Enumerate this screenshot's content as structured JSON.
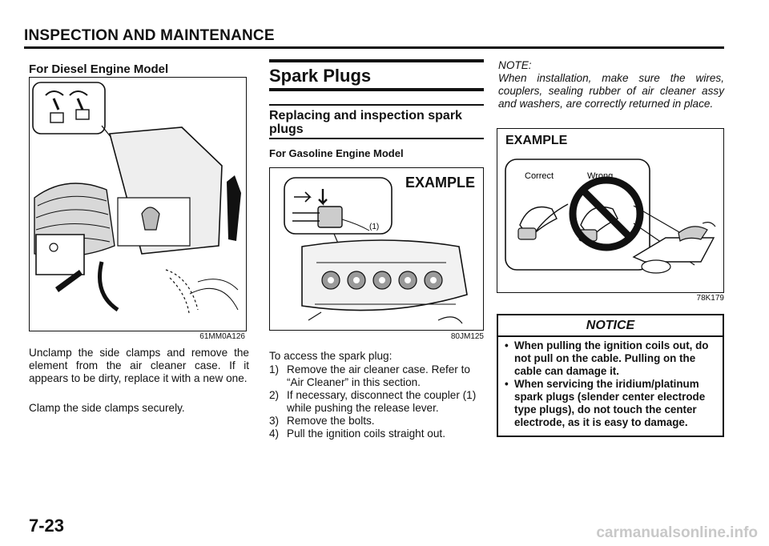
{
  "header": {
    "title": "INSPECTION AND MAINTENANCE"
  },
  "col1": {
    "subtitle": "For Diesel Engine Model",
    "figure_caption": "61MM0A126",
    "para1": "Unclamp the side clamps and remove the element from the air cleaner case. If it appears to be dirty, replace it with a new one.",
    "para2": "Clamp the side clamps securely."
  },
  "col2": {
    "title": "Spark Plugs",
    "subtitle": "Replacing and inspection spark plugs",
    "subtitle2": "For Gasoline Engine Model",
    "figure_label": "EXAMPLE",
    "figure_callout": "(1)",
    "figure_caption": "80JM125",
    "intro": "To access the spark plug:",
    "steps": [
      {
        "n": "1)",
        "text": "Remove the air cleaner case. Refer to “Air Cleaner” in this section."
      },
      {
        "n": "2)",
        "text": "If necessary, disconnect the coupler (1) while pushing the release lever."
      },
      {
        "n": "3)",
        "text": "Remove the bolts."
      },
      {
        "n": "4)",
        "text": "Pull the ignition coils straight out."
      }
    ]
  },
  "col3": {
    "note": "NOTE:\nWhen installation, make sure the wires, couplers, sealing rubber of air cleaner assy and washers, are correctly returned in place.",
    "figure_label": "EXAMPLE",
    "figure_correct": "Correct",
    "figure_wrong": "Wrong",
    "figure_caption": "78K179",
    "notice_title": "NOTICE",
    "notice_items": [
      "When pulling the ignition coils out, do not pull on the cable. Pulling on the cable can damage it.",
      "When servicing the iridium/platinum spark plugs (slender center electrode type plugs), do not touch the center electrode, as it is easy to damage."
    ]
  },
  "footer": {
    "page_number": "7-23",
    "watermark": "carmanualsonline.info"
  }
}
